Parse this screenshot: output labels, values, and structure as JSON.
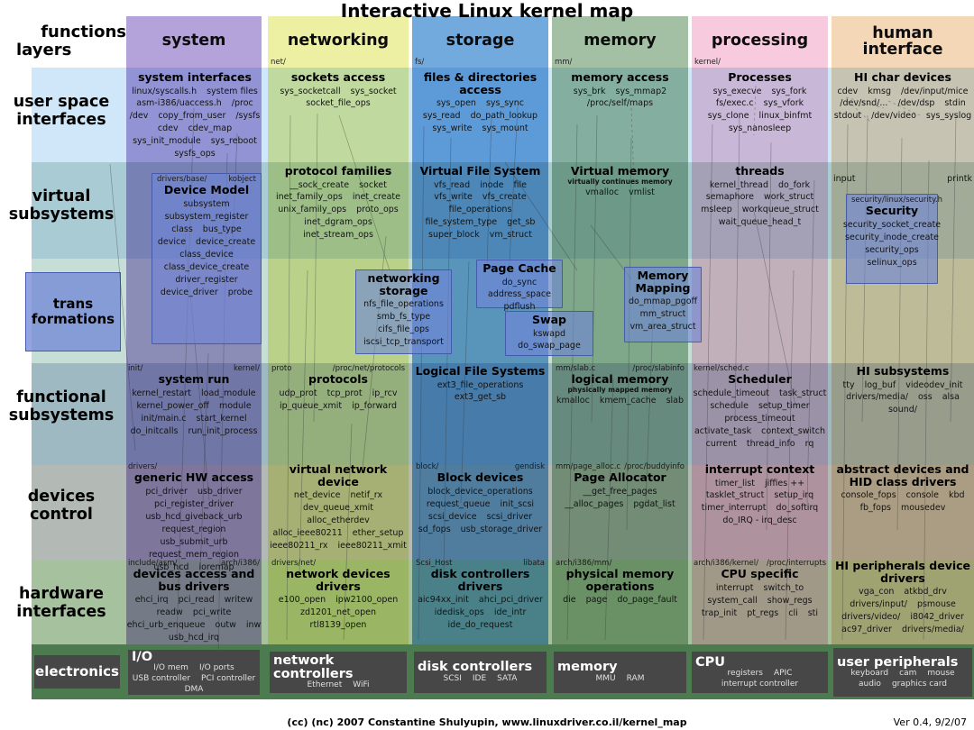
{
  "title": "Interactive Linux kernel map",
  "corner": {
    "line1": "functions",
    "line2": "layers"
  },
  "footer": {
    "credit": "(cc) (nc) 2007 Constantine Shulyupin, www.linuxdriver.co.il/kernel_map",
    "version": "Ver 0.4, 9/2/07"
  },
  "columns": [
    {
      "id": "system",
      "label": "system",
      "path": ""
    },
    {
      "id": "networking",
      "label": "networking",
      "path": "net/"
    },
    {
      "id": "storage",
      "label": "storage",
      "path": "fs/"
    },
    {
      "id": "memory",
      "label": "memory",
      "path": "mm/"
    },
    {
      "id": "processing",
      "label": "processing",
      "path": "kernel/"
    },
    {
      "id": "human",
      "label": "human interface",
      "path": ""
    }
  ],
  "rows": [
    {
      "id": "user",
      "label": "user space interfaces"
    },
    {
      "id": "virtual",
      "label": "virtual subsystems"
    },
    {
      "id": "trans",
      "label": "trans formations"
    },
    {
      "id": "functional",
      "label": "functional subsystems"
    },
    {
      "id": "devices",
      "label": "devices control"
    },
    {
      "id": "hardware",
      "label": "hardware interfaces"
    },
    {
      "id": "electronics",
      "label": "electronics"
    }
  ],
  "cells": [
    {
      "id": "sys-user",
      "heading": "system interfaces",
      "items": [
        "linux/syscalls.h",
        "system files",
        "asm-i386/uaccess.h",
        "/proc",
        "/dev",
        "copy_from_user",
        "/sysfs",
        "cdev",
        "cdev_map",
        "sys_init_module",
        "sys_reboot",
        "sysfs_ops"
      ]
    },
    {
      "id": "net-user",
      "heading": "sockets access",
      "items": [
        "sys_socketcall",
        "sys_socket",
        "socket_file_ops"
      ]
    },
    {
      "id": "sto-user",
      "heading": "files & directories access",
      "items": [
        "sys_open",
        "sys_sync",
        "sys_read",
        "do_path_lookup",
        "sys_write",
        "sys_mount"
      ]
    },
    {
      "id": "mem-user",
      "heading": "memory access",
      "items": [
        "sys_brk",
        "sys_mmap2",
        "/proc/self/maps"
      ]
    },
    {
      "id": "pro-user",
      "heading": "Processes",
      "items": [
        "sys_execve",
        "sys_fork",
        "fs/exec.c",
        "sys_vfork",
        "sys_clone",
        "linux_binfmt",
        "sys_nanosleep"
      ]
    },
    {
      "id": "hi-user",
      "heading": "HI char devices",
      "items": [
        "cdev",
        "kmsg",
        "/dev/input/mice",
        "/dev/snd/...",
        "/dev/dsp",
        "stdin",
        "stdout",
        "/dev/video",
        "sys_syslog"
      ]
    },
    {
      "id": "sys-virtual",
      "heading": "Device Model",
      "notes": [
        "drivers/base/",
        "kobject"
      ],
      "items": [
        "subsystem",
        "subsystem_register",
        "class",
        "bus_type",
        "device",
        "device_create",
        "class_device",
        "class_device_create",
        "driver_register",
        "device_driver",
        "probe"
      ]
    },
    {
      "id": "net-virtual",
      "heading": "protocol families",
      "items": [
        "__sock_create",
        "socket",
        "inet_family_ops",
        "inet_create",
        "unix_family_ops",
        "proto_ops",
        "inet_dgram_ops",
        "inet_stream_ops"
      ]
    },
    {
      "id": "sto-virtual",
      "heading": "Virtual File System",
      "items": [
        "vfs_read",
        "inode",
        "file",
        "vfs_write",
        "vfs_create",
        "file_operations",
        "file_system_type",
        "get_sb",
        "super_block",
        "vm_struct"
      ]
    },
    {
      "id": "mem-virtual",
      "heading": "Virtual memory",
      "subtitle": "virtually continues memory",
      "items": [
        "vmalloc",
        "vmlist"
      ]
    },
    {
      "id": "pro-virtual",
      "heading": "threads",
      "items": [
        "kernel_thread",
        "do_fork",
        "semaphore",
        "work_struct",
        "msleep",
        "workqueue_struct",
        "wait_queue_head_t"
      ]
    },
    {
      "id": "hi-virtual-misc",
      "items": [
        "input",
        "printk"
      ]
    },
    {
      "id": "hi-security",
      "heading": "Security",
      "notes": [
        "security/",
        "linux/security.h"
      ],
      "items": [
        "security_socket_create",
        "security_inode_create",
        "security_ops",
        "selinux_ops"
      ]
    },
    {
      "id": "trans-netsto",
      "heading": "networking storage",
      "items": [
        "nfs_file_operations",
        "smb_fs_type",
        "cifs_file_ops",
        "iscsi_tcp_transport"
      ]
    },
    {
      "id": "trans-pagecache",
      "heading": "Page Cache",
      "items": [
        "do_sync",
        "address_space",
        "pdflush"
      ]
    },
    {
      "id": "trans-swap",
      "heading": "Swap",
      "items": [
        "kswapd",
        "do_swap_page"
      ]
    },
    {
      "id": "trans-memmap",
      "heading": "Memory Mapping",
      "items": [
        "do_mmap_pgoff",
        "mm_struct",
        "vm_area_struct"
      ]
    },
    {
      "id": "sys-functional",
      "heading": "system run",
      "notes": [
        "init/",
        "kernel/"
      ],
      "items": [
        "kernel_restart",
        "load_module",
        "kernel_power_off",
        "module",
        "init/main.c",
        "start_kernel",
        "do_initcalls",
        "run_init_process"
      ]
    },
    {
      "id": "net-functional",
      "heading": "protocols",
      "notes": [
        "proto",
        "/proc/net/protocols"
      ],
      "items": [
        "udp_prot",
        "tcp_prot",
        "ip_rcv",
        "ip_queue_xmit",
        "ip_forward"
      ]
    },
    {
      "id": "sto-functional",
      "heading": "Logical File Systems",
      "items": [
        "ext3_file_operations",
        "ext3_get_sb"
      ]
    },
    {
      "id": "mem-functional",
      "heading": "logical memory",
      "subtitle": "physically mapped memory",
      "notes": [
        "mm/slab.c",
        "/proc/slabinfo"
      ],
      "items": [
        "kmalloc",
        "kmem_cache",
        "slab"
      ]
    },
    {
      "id": "pro-functional",
      "heading": "Scheduler",
      "notes": [
        "kernel/sched.c"
      ],
      "items": [
        "schedule_timeout",
        "task_struct",
        "schedule",
        "setup_timer",
        "process_timeout",
        "activate_task",
        "context_switch",
        "current",
        "thread_info",
        "rq"
      ]
    },
    {
      "id": "hi-functional",
      "heading": "HI subsystems",
      "items": [
        "tty",
        "log_buf",
        "videodev_init",
        "drivers/media/",
        "oss",
        "alsa",
        "sound/"
      ]
    },
    {
      "id": "sys-devices",
      "heading": "generic HW access",
      "notes": [
        "drivers/"
      ],
      "items": [
        "pci_driver",
        "usb_driver",
        "pci_register_driver",
        "usb_hcd_giveback_urb",
        "request_region",
        "usb_submit_urb",
        "request_mem_region",
        "usb_hcd",
        "ioremap"
      ]
    },
    {
      "id": "net-devices",
      "heading": "virtual network device",
      "items": [
        "net_device",
        "netif_rx",
        "dev_queue_xmit",
        "alloc_etherdev",
        "alloc_ieee80211",
        "ether_setup",
        "ieee80211_rx",
        "ieee80211_xmit"
      ]
    },
    {
      "id": "sto-devices",
      "heading": "Block devices",
      "notes": [
        "block/",
        "gendisk"
      ],
      "items": [
        "block_device_operations",
        "request_queue",
        "init_scsi",
        "scsi_device",
        "scsi_driver",
        "sd_fops",
        "usb_storage_driver"
      ]
    },
    {
      "id": "mem-devices",
      "heading": "Page Allocator",
      "notes": [
        "mm/page_alloc.c",
        "/proc/buddyinfo"
      ],
      "items": [
        "__get_free_pages",
        "__alloc_pages",
        "pgdat_list"
      ]
    },
    {
      "id": "pro-devices",
      "heading": "interrupt context",
      "items": [
        "timer_list",
        "jiffies ++",
        "tasklet_struct",
        "setup_irq",
        "timer_interrupt",
        "do_softirq",
        "do_IRQ - irq_desc"
      ]
    },
    {
      "id": "hi-devices",
      "heading": "abstract devices and HID class drivers",
      "items": [
        "console_fops",
        "console",
        "kbd",
        "fb_fops",
        "mousedev"
      ]
    },
    {
      "id": "sys-hardware",
      "heading": "devices access and bus drivers",
      "notes": [
        "include/asm/",
        "arch/i386/"
      ],
      "items": [
        "ehci_irq",
        "pci_read",
        "writew",
        "readw",
        "pci_write",
        "ehci_urb_enqueue",
        "outw",
        "inw",
        "usb_hcd_irq"
      ]
    },
    {
      "id": "net-hardware",
      "heading": "network devices drivers",
      "notes": [
        "drivers/net/"
      ],
      "items": [
        "e100_open",
        "ipw2100_open",
        "zd1201_net_open",
        "rtl8139_open"
      ]
    },
    {
      "id": "sto-hardware",
      "heading": "disk controllers drivers",
      "notes": [
        "Scsi_Host",
        "libata"
      ],
      "items": [
        "aic94xx_init",
        "ahci_pci_driver",
        "idedisk_ops",
        "ide_intr",
        "ide_do_request"
      ]
    },
    {
      "id": "mem-hardware",
      "heading": "physical memory operations",
      "notes": [
        "arch/i386/mm/"
      ],
      "items": [
        "die",
        "page",
        "do_page_fault"
      ]
    },
    {
      "id": "pro-hardware",
      "heading": "CPU specific",
      "notes": [
        "arch/i386/kernel/",
        "/proc/interrupts"
      ],
      "items": [
        "interrupt",
        "switch_to",
        "system_call",
        "show_regs",
        "trap_init",
        "pt_regs",
        "cli",
        "sti"
      ]
    },
    {
      "id": "hi-hardware",
      "heading": "HI peripherals device drivers",
      "items": [
        "vga_con",
        "atkbd_drv",
        "drivers/input/",
        "psmouse",
        "drivers/video/",
        "i8042_driver",
        "ac97_driver",
        "drivers/media/"
      ]
    }
  ],
  "electronics": [
    {
      "id": "io",
      "label": "I/O",
      "items": [
        "I/O mem",
        "I/O ports",
        "USB controller",
        "PCI controller",
        "DMA"
      ]
    },
    {
      "id": "net",
      "label": "network controllers",
      "items": [
        "Ethernet",
        "WiFi"
      ]
    },
    {
      "id": "disk",
      "label": "disk controllers",
      "items": [
        "SCSI",
        "IDE",
        "SATA"
      ]
    },
    {
      "id": "mem",
      "label": "memory",
      "items": [
        "MMU",
        "RAM"
      ]
    },
    {
      "id": "cpu",
      "label": "CPU",
      "items": [
        "registers",
        "APIC",
        "interrupt controller"
      ]
    },
    {
      "id": "user",
      "label": "user peripherals",
      "items": [
        "keyboard",
        "cam",
        "mouse",
        "audio",
        "graphics card"
      ]
    }
  ],
  "colors": {
    "column_system": "#b4a2da",
    "column_networking": "#edf0a3",
    "column_storage": "#72aade",
    "column_memory": "#a3c0a5",
    "column_processing": "#f8cadd",
    "column_human": "#f4d7b7",
    "row_user": "#cfe7f8",
    "row_virtual": "#a9cbd3",
    "row_trans": "#c7ded6",
    "row_functional": "#9fb9c2",
    "row_devices": "#b3bab6",
    "row_hardware": "#a6c19d",
    "row_electronics": "#4d7b50",
    "box_blue": "#6f86d6",
    "electronics_box": "#474747"
  }
}
